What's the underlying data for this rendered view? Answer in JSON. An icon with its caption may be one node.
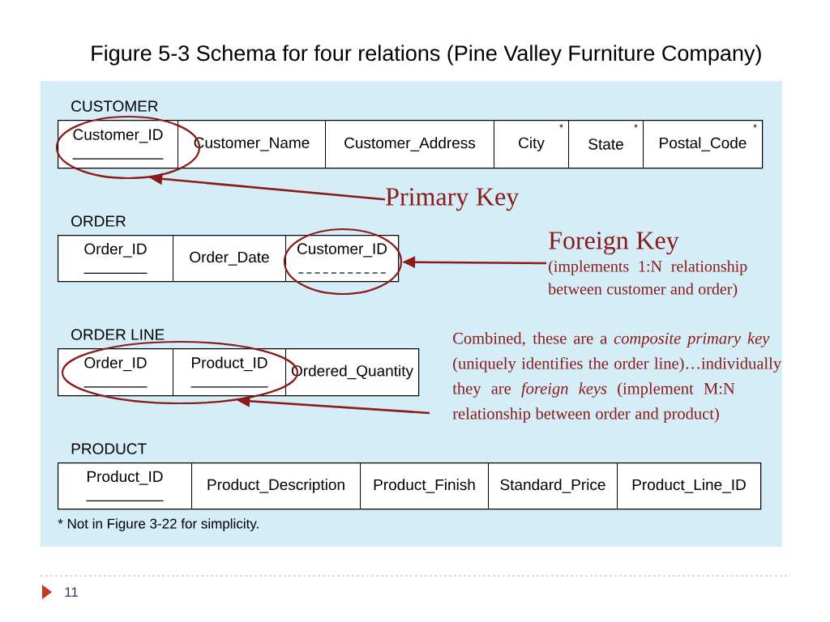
{
  "diagram": {
    "title": "Figure 5-3 Schema for four relations (Pine Valley Furniture Company)",
    "nodes": [
      {
        "text": [
          "CUSTOMER"
        ]
      },
      {
        "text": [
          "Customer_ID"
        ]
      },
      {
        "text": [
          "Customer_Name"
        ],
        "in": 0
      },
      {
        "text": [
          "Customer_Address"
        ],
        "in": 0
      },
      {
        "text": [
          "City",
          "*"
        ],
        "in": 0
      },
      {
        "text": [
          "State",
          "*"
        ],
        "in": 0
      },
      {
        "text": [
          "Postal_Code",
          "*"
        ],
        "in": 0
      },
      {
        "text": [
          "ORDER"
        ]
      },
      {
        "text": [
          "Order_ID"
        ],
        "in": 7
      },
      {
        "text": [
          "Order_Date"
        ],
        "in": 7
      },
      {
        "text": [
          "Customer_ID"
        ]
      },
      {
        "text": [
          "ORDER LINE"
        ]
      },
      {
        "text": [
          "Order_ID"
        ]
      },
      {
        "text": [
          "Product_ID"
        ]
      },
      {
        "text": [
          "Ordered_Quantity"
        ],
        "in": 11
      },
      {
        "text": [
          "PRODUCT"
        ]
      },
      {
        "text": [
          "Product_ID"
        ],
        "in": 15
      },
      {
        "text": [
          "Product_Description"
        ],
        "in": 15
      },
      {
        "text": [
          "Product_Finish"
        ],
        "in": 15
      },
      {
        "text": [
          "Standard_Price"
        ],
        "in": 15
      },
      {
        "text": [
          "Product_Line_ID"
        ],
        "in": 15
      },
      {
        "text": [],
        "shape": "ellipse"
      },
      {
        "text": [],
        "shape": "ellipse"
      },
      {
        "text": [],
        "shape": "ellipse"
      },
      {
        "text": [
          "Primary Key"
        ]
      },
      {
        "text": [
          "Foreign Key",
          "(implements 1:N relationship between customer and order)"
        ]
      },
      {
        "text": [
          "Combined, these are a *composite primary key* (uniquely identifies the order line)…individually they are *foreign keys* (implement M:N relationship between order and product)"
        ]
      }
    ],
    "edges": [
      {
        "from": 24,
        "to": 21,
        "arrow": "to"
      },
      {
        "from": 25,
        "to": 22,
        "arrow": "to"
      },
      {
        "from": 26,
        "to": 23,
        "arrow": "to"
      }
    ],
    "labels": [
      "* Not in Figure 3-22 for simplicity.",
      "11"
    ]
  }
}
